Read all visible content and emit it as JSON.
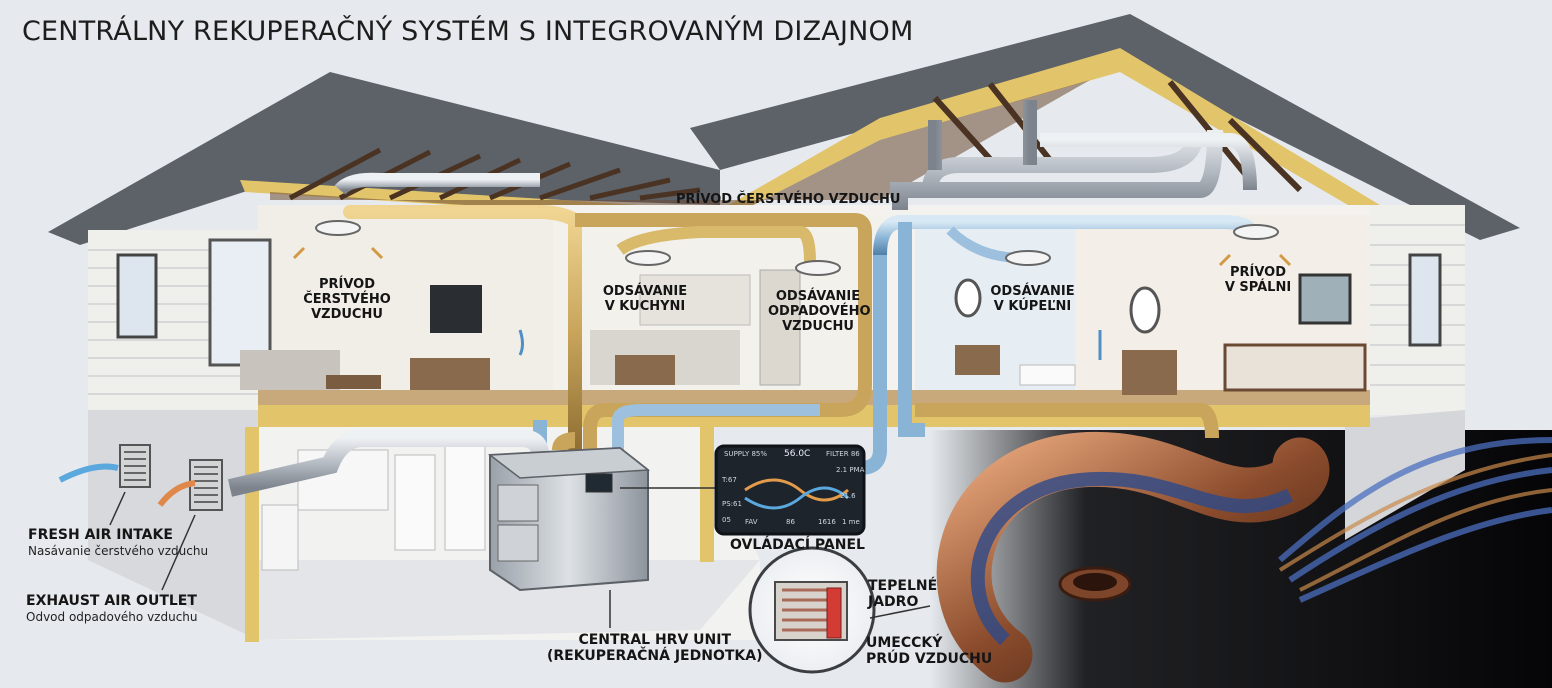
{
  "title": "CENTRÁLNY REKUPERAČNÝ SYSTÉM S INTEGROVANÝM DIZAJNOM",
  "labels": {
    "duct_supply": "PRÍVOD ČERSTVÉHO VZDUCHU",
    "living_supply": [
      "PRÍVOD ČERSTVÉHO",
      "VZDUCHU"
    ],
    "kitchen_extract": [
      "ODSÁVANIE",
      "V KUCHYNI"
    ],
    "waste_extract": [
      "ODSÁVANIE",
      "ODPADOVÉHO",
      "VZDUCHU"
    ],
    "bathroom_extract": [
      "ODSÁVANIE",
      "V KÚPEĽNI"
    ],
    "bedroom_supply": [
      "PRÍVOD",
      "V SPÁLNI"
    ],
    "fresh_intake_title": "FRESH AIR INTAKE",
    "fresh_intake_sub": "Nasávanie čerstvého vzduchu",
    "exhaust_title": "EXHAUST AIR OUTLET",
    "exhaust_sub": "Odvod odpadového vzduchu",
    "hrv_title": "CENTRAL HRV UNIT",
    "hrv_sub": "(REKUPERAČNÁ JEDNOTKA)",
    "panel": "OVLÁDACÍ PANEL",
    "core": [
      "TEPELNÉ",
      "JADRO"
    ],
    "flow": [
      "UMECCKÝ",
      "PRÚD VZDUCHU"
    ]
  },
  "panel_screen": {
    "header_left": "SUPPLY 85%",
    "header_mid": "56.0C",
    "header_right": "FILTER 86",
    "left_values": [
      "T:67",
      "PS:61",
      "05"
    ],
    "right_values": [
      "2.1 PMA",
      "21.6"
    ],
    "bottom_values": [
      "FAV",
      "86",
      "1616",
      "1 me"
    ]
  },
  "colors": {
    "supply_duct": "#c9a55c",
    "extract_duct": "#8ab4d6",
    "metal_duct": "#b6bcc4",
    "insulation": "#e2c56a",
    "roof": "#5d6168",
    "wall": "#f0f0ec",
    "background": "#e6eaee"
  },
  "icons": [
    "roof",
    "ceiling-diffuser-icon",
    "airflow-arrow-icon",
    "window",
    "tv",
    "sofa",
    "kitchen",
    "bathtub",
    "bed",
    "intake-grille-icon",
    "exhaust-grille-icon",
    "hrv-unit",
    "control-panel-screen",
    "heat-exchanger-core-icon",
    "airflow-swirl"
  ]
}
